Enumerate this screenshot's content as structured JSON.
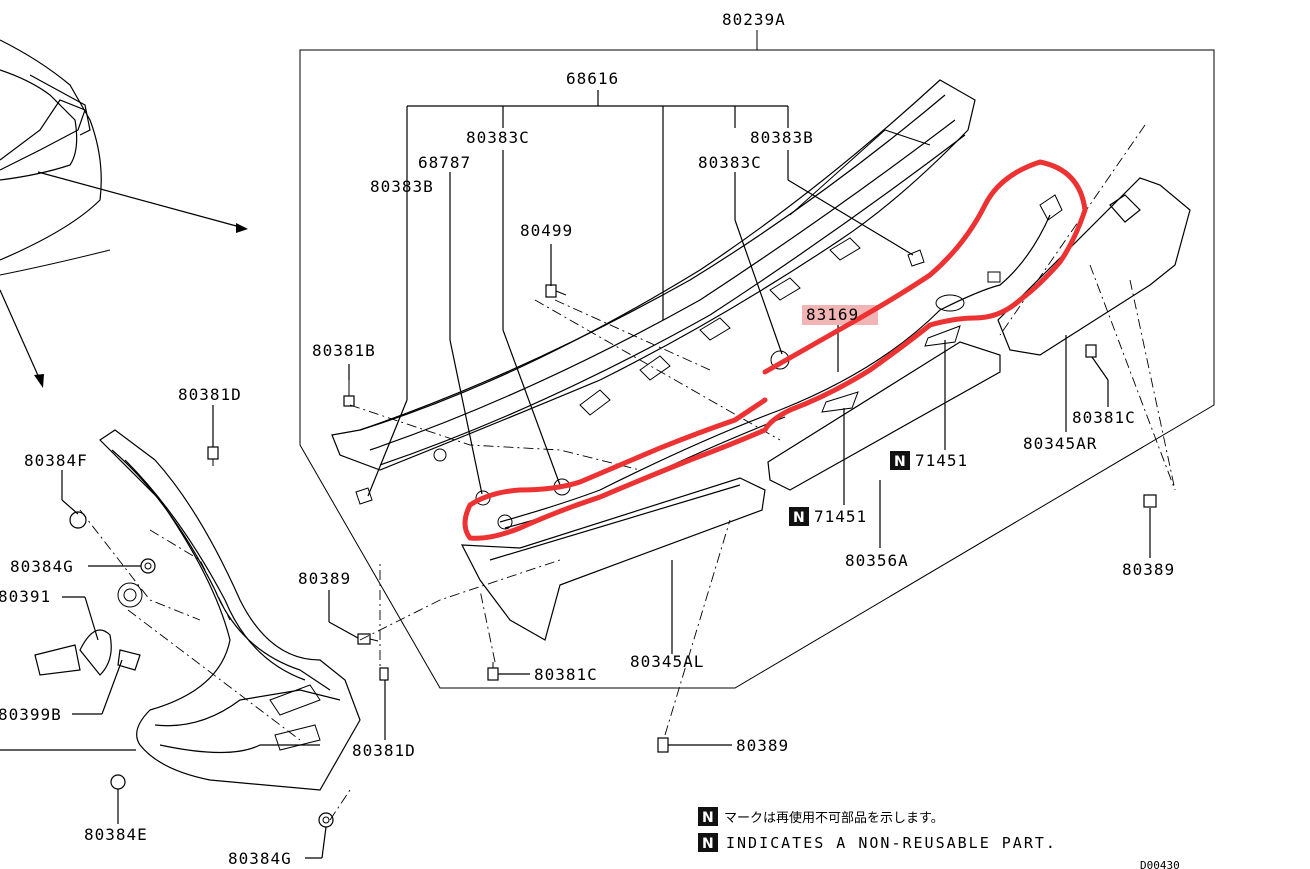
{
  "labels": {
    "l80239A": "80239A",
    "l68616": "68616",
    "l80383C_a": "80383C",
    "l80383B_a": "80383B",
    "l68787": "68787",
    "l80383C_b": "80383C",
    "l80383B_b": "80383B",
    "l80499": "80499",
    "l83169": "83169",
    "l80381B": "80381B",
    "l80381D_a": "80381D",
    "l80384F": "80384F",
    "l80384G_a": "80384G",
    "l80391": "80391",
    "l80399B": "80399B",
    "l80389_a": "80389",
    "l80381C_a": "80381C",
    "l80345AL": "80345AL",
    "l80389_b": "80389",
    "l80381D_b": "80381D",
    "l80384E": "80384E",
    "l80384G_b": "80384G",
    "l71451_a": "71451",
    "l71451_b": "71451",
    "l80356A": "80356A",
    "l80381C_b": "80381C",
    "l80345AR": "80345AR",
    "l80389_c": "80389"
  },
  "nonreusable_mark": "N",
  "notes": {
    "jp": "マークは再使用不可部品を示します。",
    "en": "INDICATES A NON-REUSABLE PART."
  },
  "diagram_code": "D00430",
  "colors": {
    "highlight_circle": "#ec3232",
    "highlight_label_bg": "#f2b5b5"
  }
}
